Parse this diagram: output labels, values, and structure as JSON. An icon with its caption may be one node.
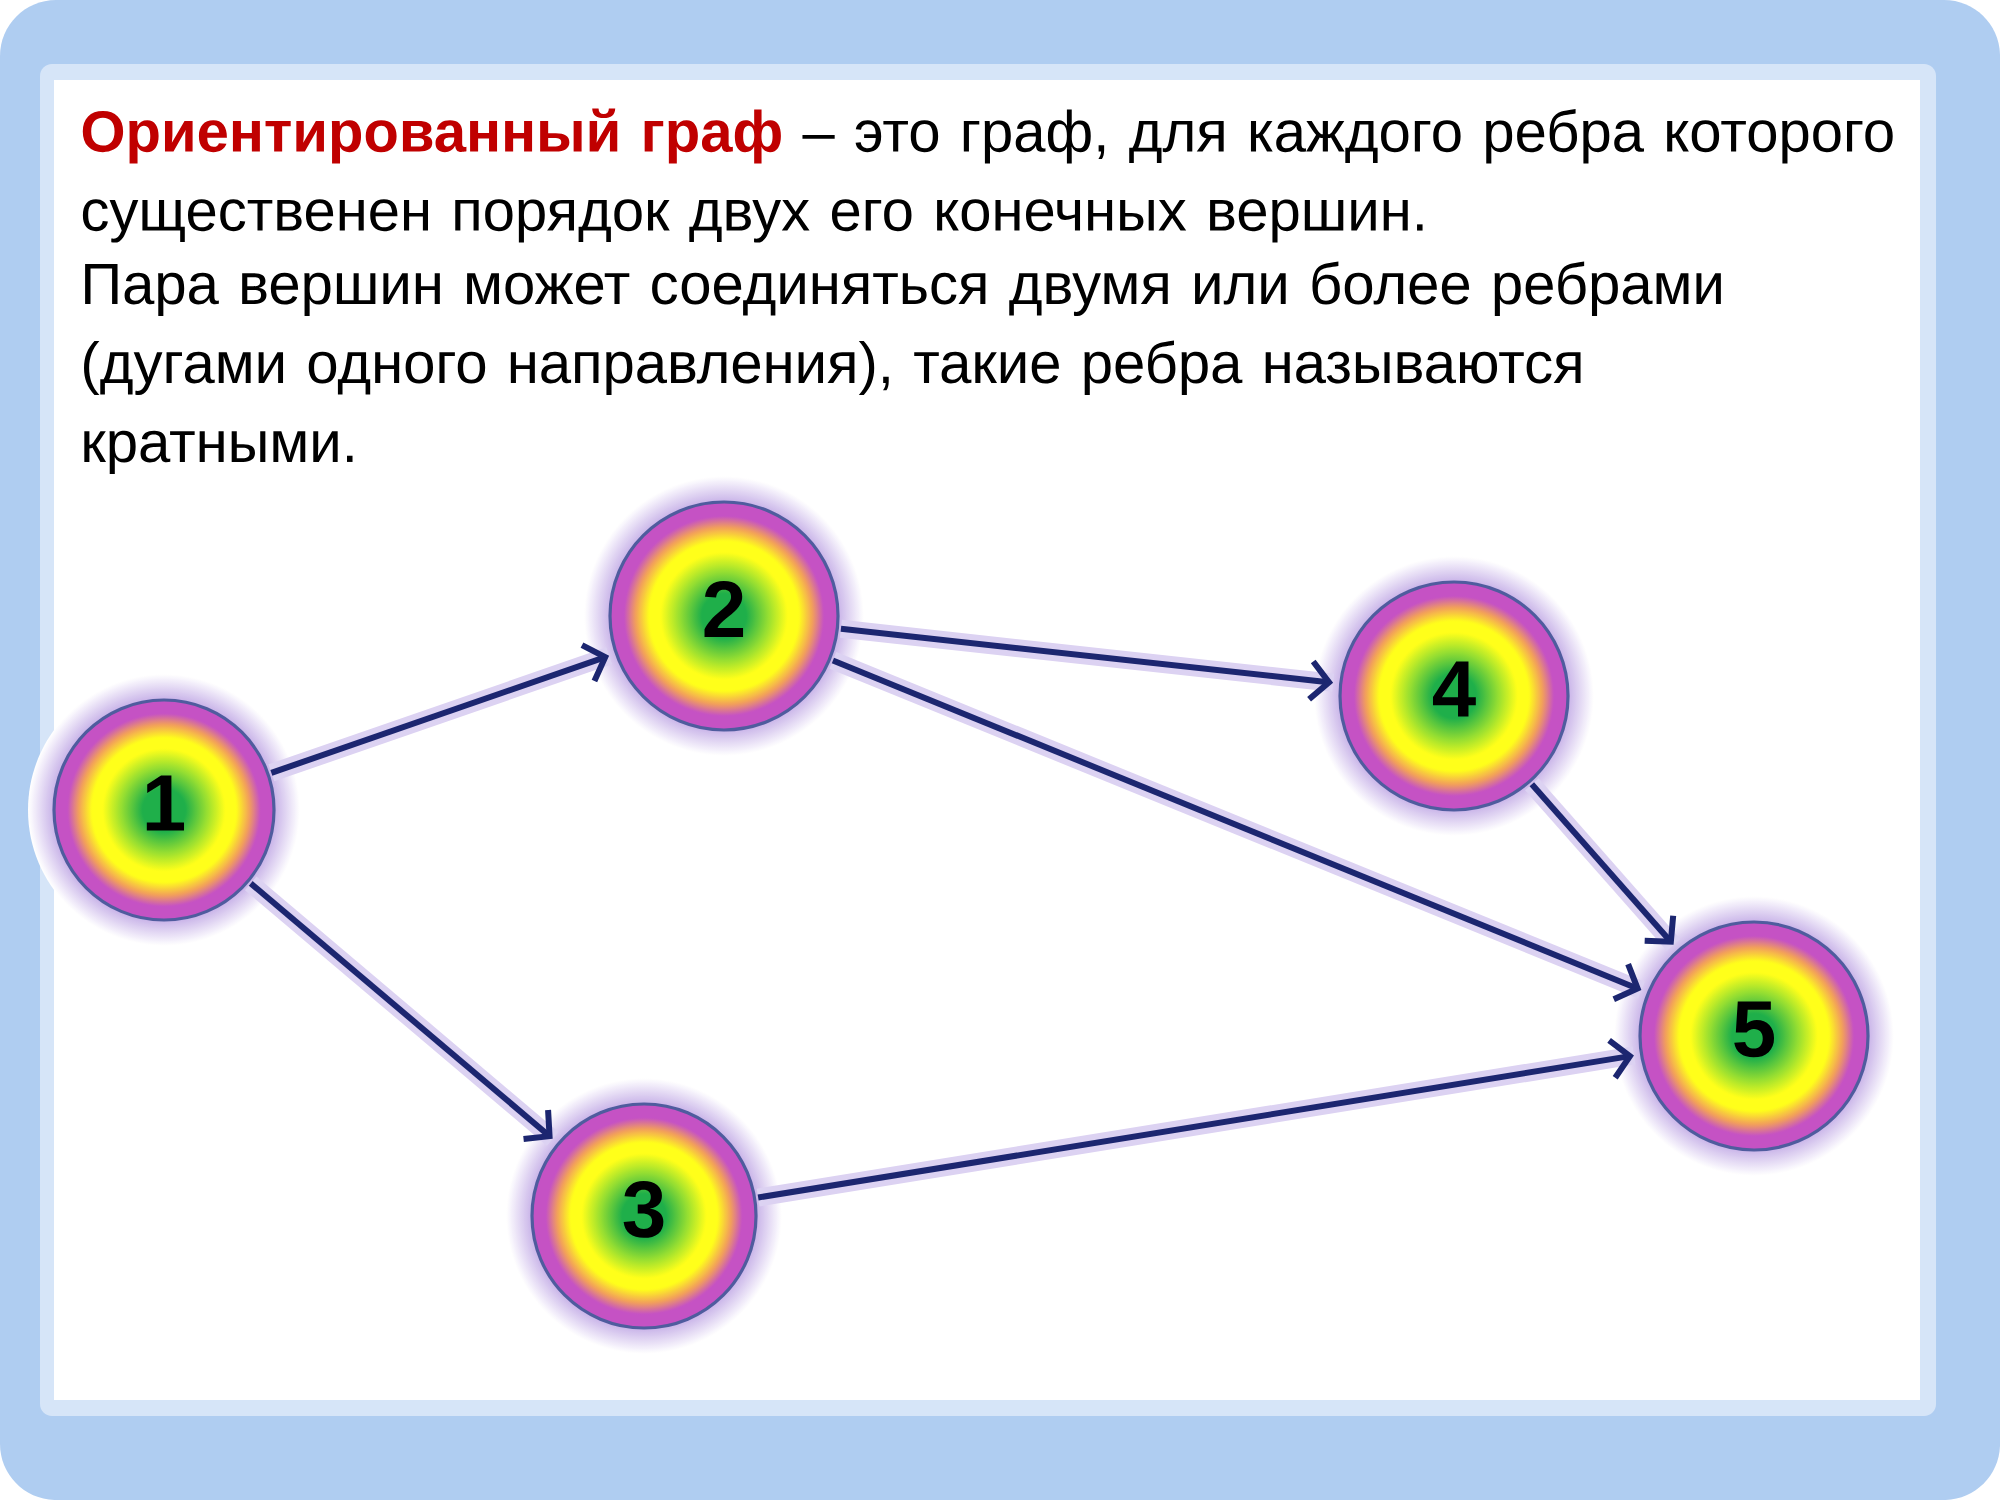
{
  "diagram": {
    "nodes": [
      {
        "text": [
          "1"
        ]
      },
      {
        "text": [
          "2"
        ]
      },
      {
        "text": [
          "3"
        ]
      },
      {
        "text": [
          "4"
        ]
      },
      {
        "text": [
          "5"
        ]
      }
    ],
    "edges": [
      {
        "from": 0,
        "to": 1,
        "arrow": "to"
      },
      {
        "from": 0,
        "to": 2,
        "arrow": "to"
      },
      {
        "from": 1,
        "to": 3,
        "arrow": "to"
      },
      {
        "from": 1,
        "to": 4,
        "arrow": "to"
      },
      {
        "from": 3,
        "to": 4,
        "arrow": "to"
      },
      {
        "from": 2,
        "to": 4,
        "arrow": "to"
      }
    ],
    "labels": [
      "**Ориентированный граф** – это граф, для каждого ребра которого существенен порядок двух его конечных вершин.",
      "Пара вершин может соединяться двумя или более ребрами (дугами одного направления), такие ребра называются кратными."
    ]
  }
}
